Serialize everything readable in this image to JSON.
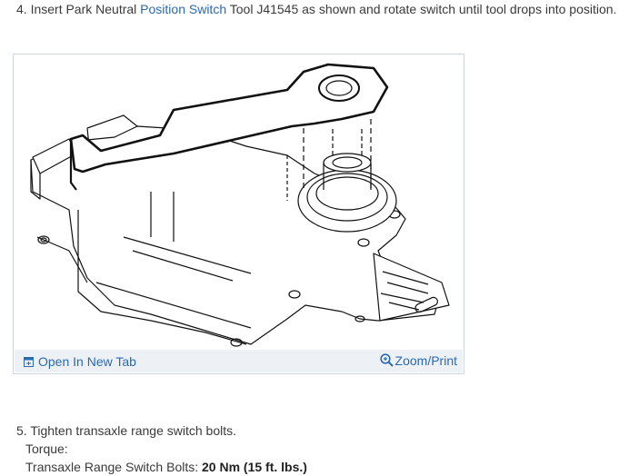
{
  "step4": {
    "prefix": "4. Insert Park Neutral ",
    "link": "Position Switch",
    "suffix": " Tool J41545 as shown and rotate switch until tool drops into position."
  },
  "figure": {
    "open_tab_label": "Open In New Tab",
    "zoom_label": "Zoom/Print",
    "link_color": "#2a6ab0",
    "toolbar_bg": "#edf1f6"
  },
  "step5": {
    "line1": "5. Tighten transaxle range switch bolts.",
    "torque_label": "Torque:",
    "spec_label": "Transaxle Range Switch Bolts: ",
    "spec_value": "20 Nm (15 ft. lbs.)"
  }
}
